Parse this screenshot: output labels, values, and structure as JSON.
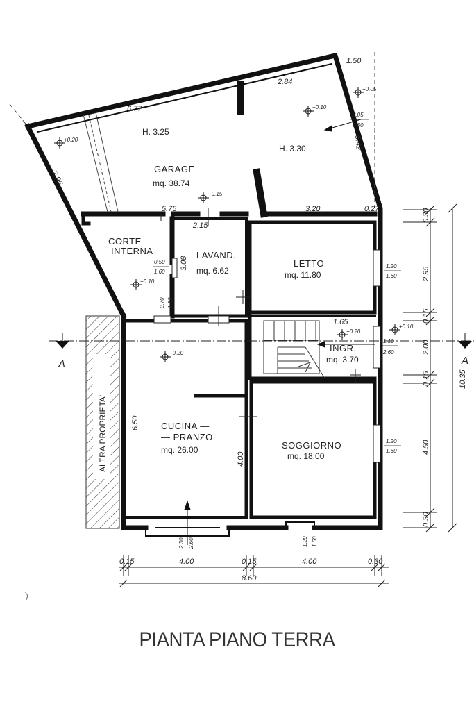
{
  "title": "PIANTA PIANO TERRA",
  "section_marks": {
    "left": "A",
    "right": "A"
  },
  "neighbor_label": "ALTRA PROPRIETA'",
  "rooms": {
    "garage": {
      "name": "GARAGE",
      "area": "mq. 38.74",
      "height_left": "H. 3.25",
      "height_right": "H. 3.30"
    },
    "corte": {
      "name_line1": "CORTE",
      "name_line2": "INTERNA"
    },
    "lavanderia": {
      "name": "LAVAND.",
      "area": "mq. 6.62"
    },
    "letto": {
      "name": "LETTO",
      "area": "mq. 11.80"
    },
    "ingresso": {
      "name": "INGR.",
      "area": "mq. 3.70"
    },
    "cucina": {
      "name_line1": "CUCINA —",
      "name_line2": "— PRANZO",
      "area": "mq. 26.00"
    },
    "soggiorno": {
      "name": "SOGGIORNO",
      "area": "mq. 18.00"
    }
  },
  "elevations": {
    "garage_left": "+0.20",
    "garage_mid": "+0.15",
    "garage_right": "+0.10",
    "garage_corner": "+0.05",
    "corte": "+0.10",
    "cucina": "+0.20",
    "ingresso": "+0.20",
    "exterior": "+0.10"
  },
  "dimensions": {
    "garage_top_left": "6.77",
    "garage_top_right": "2.84",
    "top_right_corner": "1.50",
    "garage_left_wall": "2.95",
    "garage_right_wall": "5.42",
    "garage_bottom_mid": "5.75",
    "garage_bottom_right": "3.20",
    "corner_offset": "0.27",
    "lavand_width": "2.15",
    "lavand_depth": "3.08",
    "ingr_width": "1.65",
    "cucina_depth": "6.50",
    "soggiorno_depth": "4.00",
    "right_chain": [
      "0.30",
      "2.95",
      "0.15",
      "2.00",
      "0.15",
      "4.50",
      "0.30"
    ],
    "right_total": "10.35",
    "bottom_chain": [
      "0.15",
      "4.00",
      "0.15",
      "4.00",
      "0.30"
    ],
    "bottom_total": "8.60"
  },
  "openings": {
    "garage_door_top": "2.05",
    "garage_door_bottom": "2.60",
    "lavand_door_top": "0.50",
    "lavand_door_bottom": "1.60",
    "corte_door_top": "0.70",
    "corte_door_bottom": "1.60",
    "letto_window_top": "1.20",
    "letto_window_bottom": "1.60",
    "ingr_door_top": "1.10",
    "ingr_door_bottom": "2.60",
    "soggiorno_window_top": "1.20",
    "soggiorno_window_bottom": "1.60",
    "cucina_door_top": "2.30",
    "cucina_door_bottom": "2.60",
    "soggiorno_bottom_top": "1.20",
    "soggiorno_bottom_bottom": "1.60"
  }
}
